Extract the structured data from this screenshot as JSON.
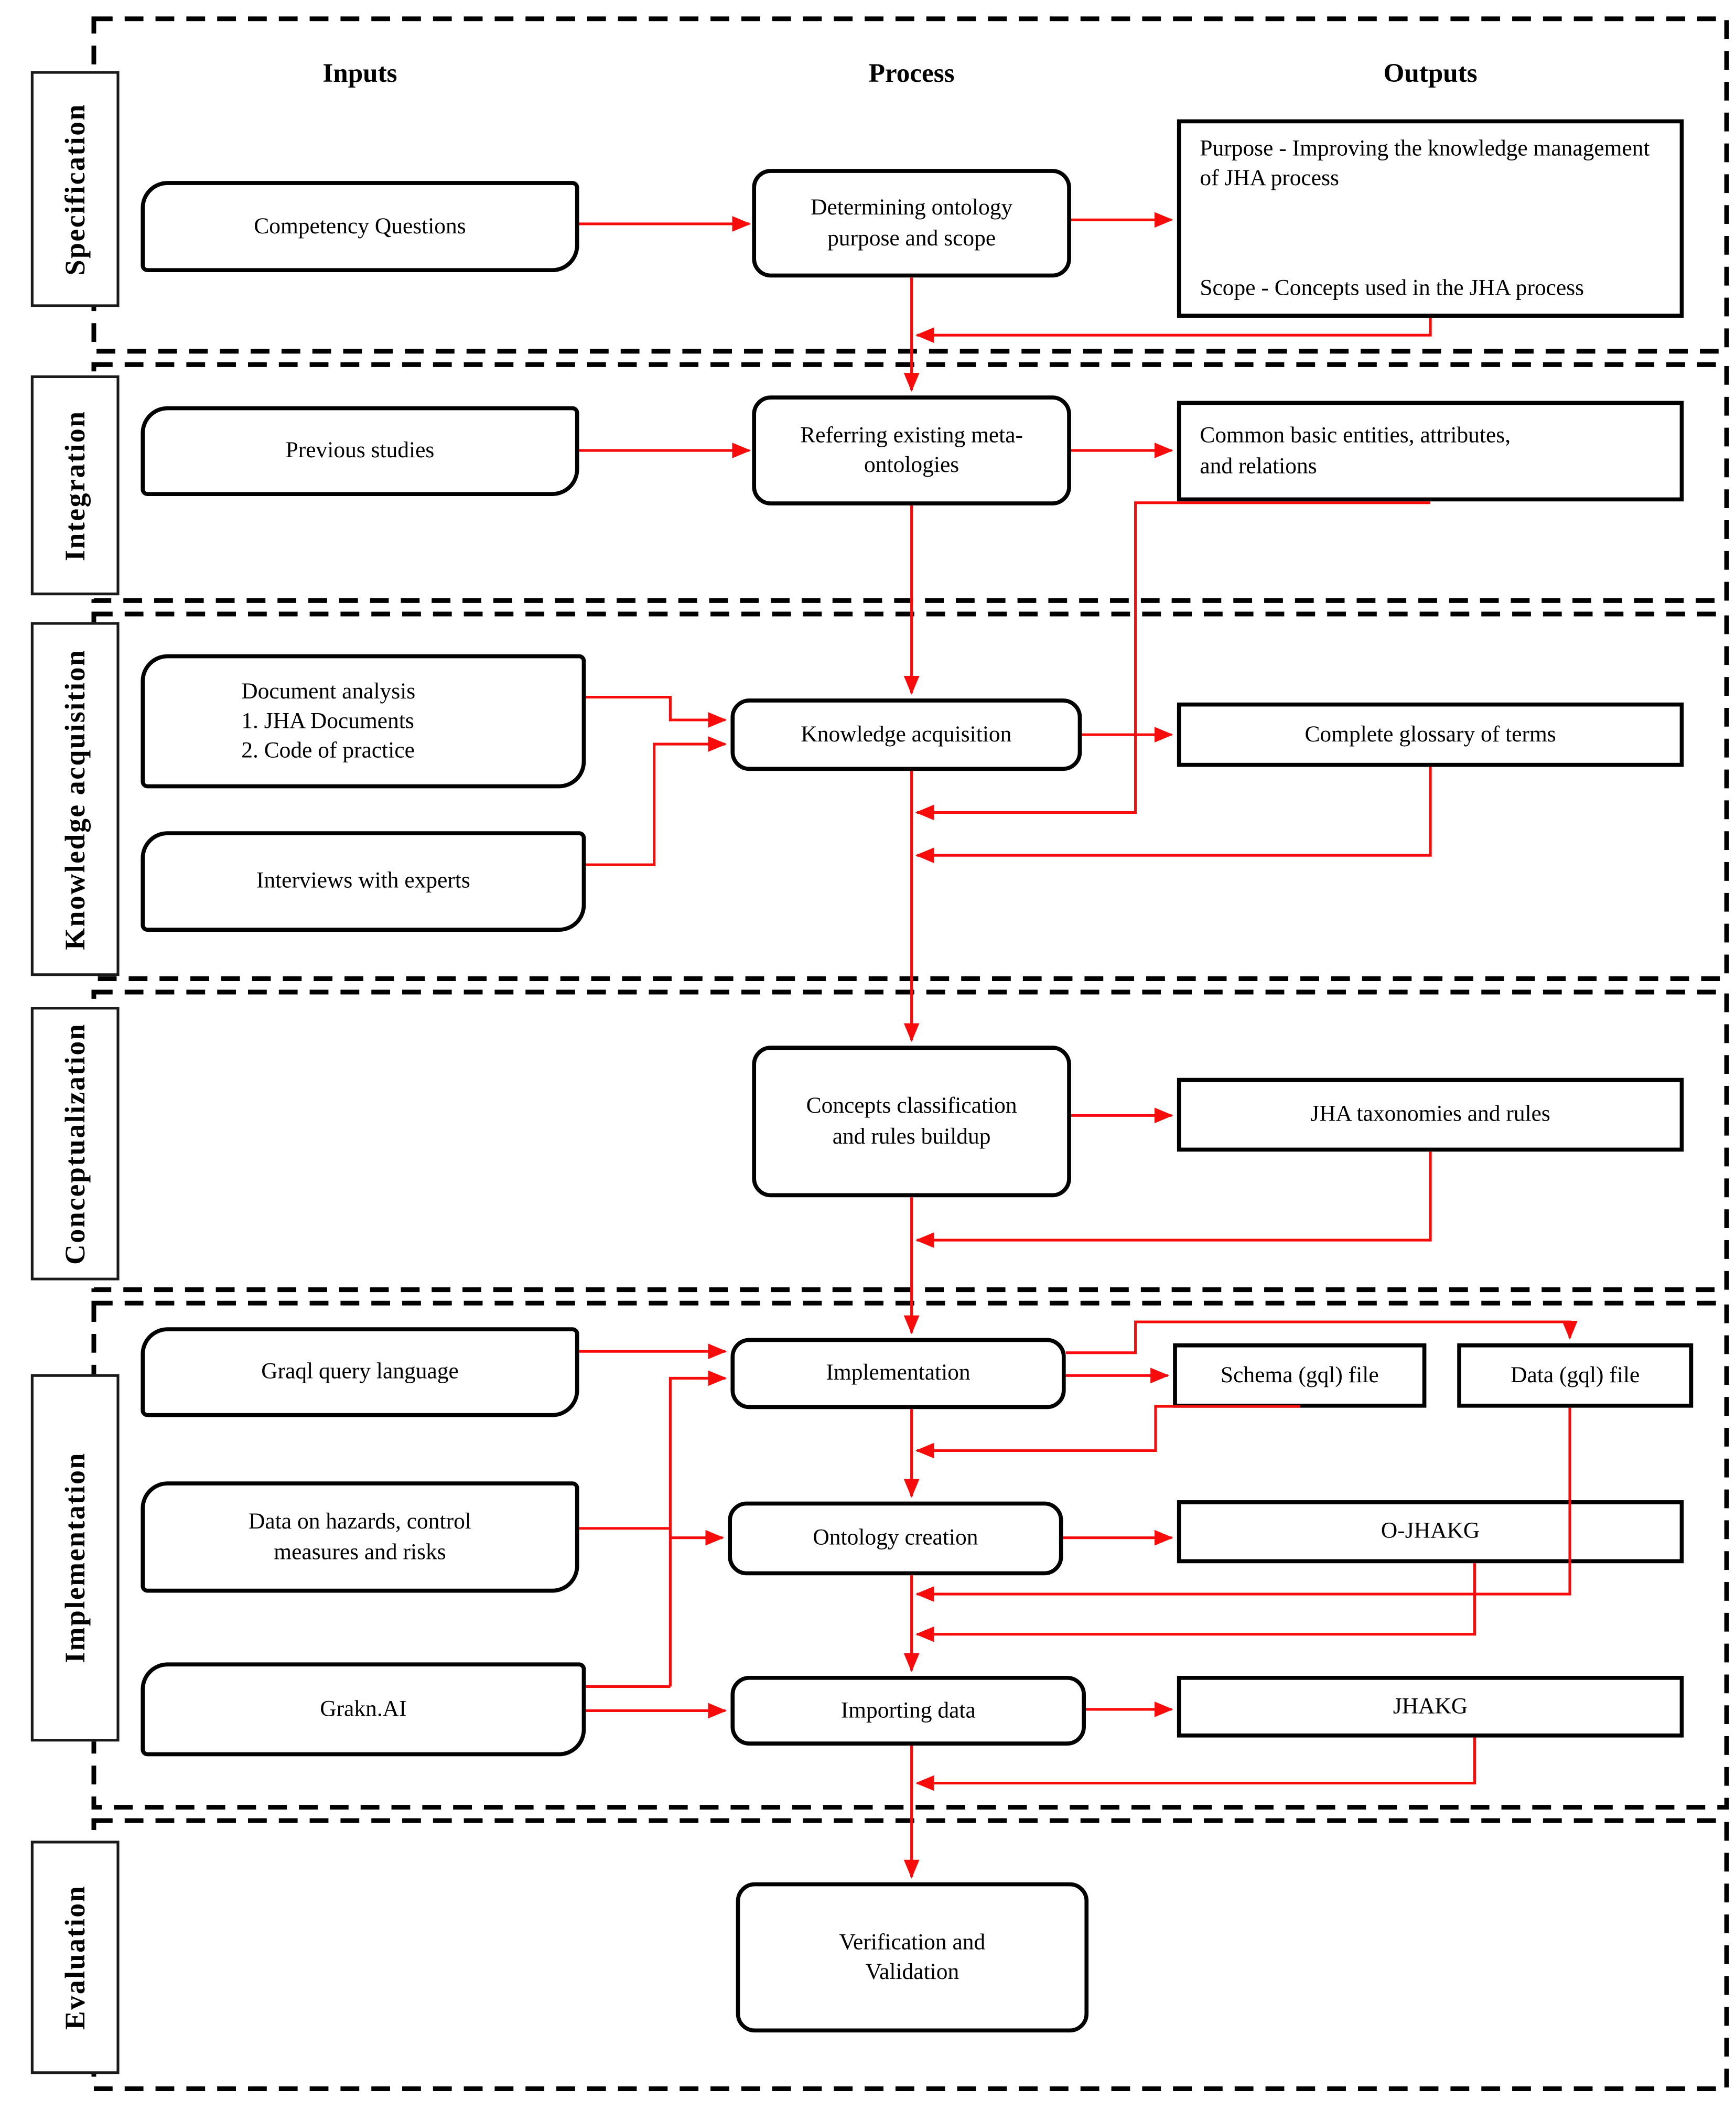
{
  "diagram_title": "Ontology development methodology flowchart",
  "colors": {
    "arrow_red": "#f80b0b",
    "line_black": "#000000",
    "background": "#ffffff"
  },
  "column_headers": {
    "inputs": "Inputs",
    "process": "Process",
    "outputs": "Outputs"
  },
  "phases": [
    {
      "label": "Specification"
    },
    {
      "label": "Integration"
    },
    {
      "label": "Knowledge acquisition"
    },
    {
      "label": "Conceptualization"
    },
    {
      "label": "Implementation"
    },
    {
      "label": "Evaluation"
    }
  ],
  "boxes": {
    "competency": {
      "text": "Competency Questions"
    },
    "determining": {
      "line1": "Determining  ontology",
      "line2": "purpose and scope"
    },
    "purpose_scope": {
      "para1": "Purpose - Improving the knowledge management  of JHA process",
      "para2": "Scope - Concepts used in the JHA process"
    },
    "previous_studies": {
      "text": "Previous studies"
    },
    "referring": {
      "line1": "Referring  existing  meta-",
      "line2": "ontologies"
    },
    "common_basic": {
      "line1": "Common basic entities,  attributes,",
      "line2": "and relations"
    },
    "document_analysis": {
      "line1": "Document  analysis",
      "line2": "1. JHA  Documents",
      "line3": "2. Code of practice"
    },
    "interviews": {
      "text": "Interviews  with  experts"
    },
    "knowledge_acquisition": {
      "text": "Knowledge  acquisition"
    },
    "glossary": {
      "text": "Complete  glossary of terms"
    },
    "concepts": {
      "line1": "Concepts classification",
      "line2": "and rules  buildup"
    },
    "taxonomies": {
      "text": "JHA  taxonomies  and  rules"
    },
    "graql": {
      "text": "Graql query  language"
    },
    "implementation": {
      "text": "Implementation"
    },
    "schema_file": {
      "text": "Schema (gql)  file"
    },
    "data_file": {
      "text": "Data (gql)  file"
    },
    "hazards_data": {
      "line1": "Data on hazards,  control",
      "line2": "measures and risks"
    },
    "ontology_creation": {
      "text": "Ontology  creation"
    },
    "o_jhakg": {
      "text": "O-JHAKG"
    },
    "grakn": {
      "text": "Grakn.AI"
    },
    "importing": {
      "text": "Importing  data"
    },
    "jhakg": {
      "text": "JHAKG"
    },
    "verification": {
      "line1": "Verification  and",
      "line2": "Validation"
    }
  }
}
